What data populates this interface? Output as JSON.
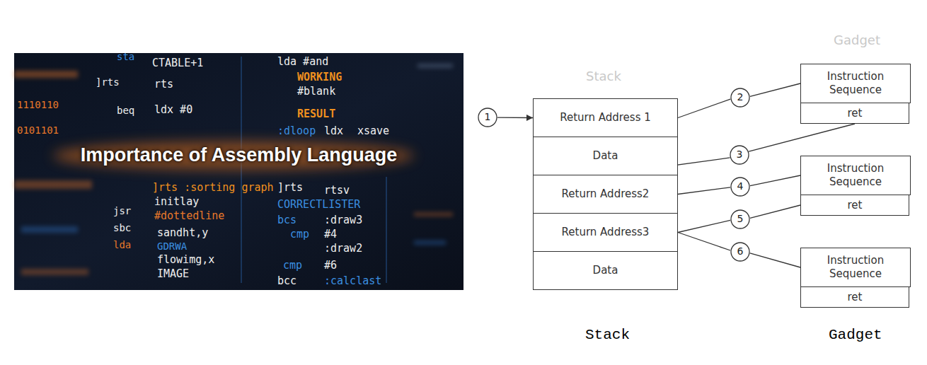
{
  "diagram": {
    "nodes": [
      {
        "text": [
          "1"
        ]
      },
      {
        "text": [
          "Return Address 1"
        ]
      },
      {
        "text": [
          "Data"
        ]
      },
      {
        "text": [
          "Return Address2"
        ]
      },
      {
        "text": [
          "Return Address3"
        ]
      },
      {
        "text": [
          "Data"
        ]
      },
      {
        "text": [
          "2"
        ]
      },
      {
        "text": [
          "3"
        ]
      },
      {
        "text": [
          "4"
        ]
      },
      {
        "text": [
          "5"
        ]
      },
      {
        "text": [
          "6"
        ]
      },
      {
        "text": [
          "Instruction Sequence"
        ]
      },
      {
        "text": [
          "ret"
        ]
      },
      {
        "text": [
          "Instruction Sequence"
        ]
      },
      {
        "text": [
          "ret"
        ]
      },
      {
        "text": [
          "Instruction Sequence"
        ]
      },
      {
        "text": [
          "ret"
        ]
      }
    ],
    "edges": [
      {
        "from": 0,
        "to": 1,
        "arrow": "to"
      },
      {
        "from": 1,
        "to": 6,
        "arrow": "none"
      },
      {
        "from": 6,
        "to": 11,
        "arrow": "none"
      },
      {
        "from": 3,
        "to": 7,
        "arrow": "none"
      },
      {
        "from": 7,
        "to": 12,
        "arrow": "none"
      },
      {
        "from": 3,
        "to": 8,
        "arrow": "none"
      },
      {
        "from": 8,
        "to": 13,
        "arrow": "none"
      },
      {
        "from": 4,
        "to": 9,
        "arrow": "none"
      },
      {
        "from": 9,
        "to": 14,
        "arrow": "none"
      },
      {
        "from": 4,
        "to": 10,
        "arrow": "none"
      },
      {
        "from": 10,
        "to": 15,
        "arrow": "none"
      }
    ],
    "labels": [
      "sta",
      "CTABLE+1",
      "lda #and",
      "WORKING",
      "#blank",
      "]rts",
      "rts",
      "1110110",
      "0101101",
      "beq",
      "ldx #0",
      "RESULT",
      ":dloop",
      "ldx",
      "xsave",
      "]rts :sorting graph",
      "initlay",
      "#dottedline",
      "jsr",
      "sbc",
      "lda",
      "sandht,y",
      "GDRWA",
      "flowimg,x",
      "IMAGE",
      "]rts",
      "rtsv",
      "CORRECTLISTER",
      "bcs",
      ":draw3",
      "cmp",
      "#4",
      ":draw2",
      "cmp",
      "#6",
      "bcc",
      ":calclast",
      "Importance of Assembly Language",
      "Stack",
      "Gadget",
      "Stack",
      "Gadget"
    ]
  }
}
